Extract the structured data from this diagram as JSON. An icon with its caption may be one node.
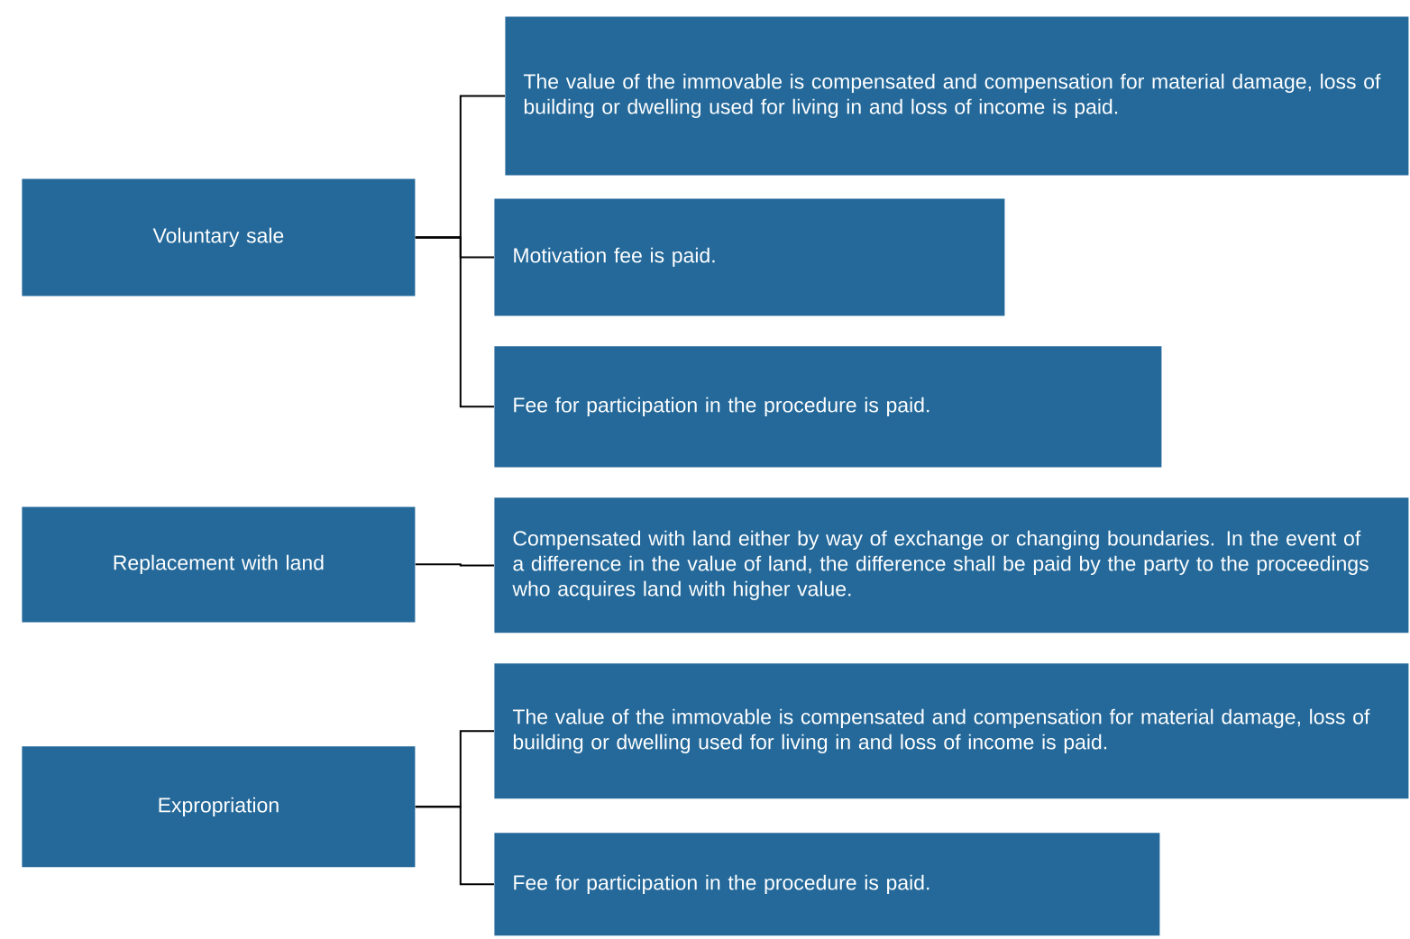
{
  "diagram": {
    "nodes": [
      {
        "text": [
          "Voluntary sale"
        ]
      },
      {
        "text": [
          "The value of the immovable is compensated and compensation for material damage, loss of building or dwelling used for living in and loss of income is paid."
        ]
      },
      {
        "text": [
          "Motivation fee is paid."
        ]
      },
      {
        "text": [
          "Fee for participation in the procedure is paid."
        ]
      },
      {
        "text": [
          "Replacement with land"
        ]
      },
      {
        "text": [
          "Compensated with land either by way of exchange or changing boundaries. In the event of a difference in the value of land, the difference shall be paid by the party to the proceedings who acquires land with higher value."
        ]
      },
      {
        "text": [
          "Expropriation"
        ]
      },
      {
        "text": [
          "The value of the immovable is compensated and compensation for material damage, loss of building or dwelling used for living in and loss of income is paid."
        ]
      },
      {
        "text": [
          "Fee for participation in the procedure is paid."
        ]
      }
    ],
    "edges": [
      {
        "from": 0,
        "to": 1,
        "arrow": "none"
      },
      {
        "from": 0,
        "to": 2,
        "arrow": "none"
      },
      {
        "from": 0,
        "to": 3,
        "arrow": "none"
      },
      {
        "from": 4,
        "to": 5,
        "arrow": "none"
      },
      {
        "from": 6,
        "to": 7,
        "arrow": "none"
      },
      {
        "from": 6,
        "to": 8,
        "arrow": "none"
      }
    ]
  }
}
